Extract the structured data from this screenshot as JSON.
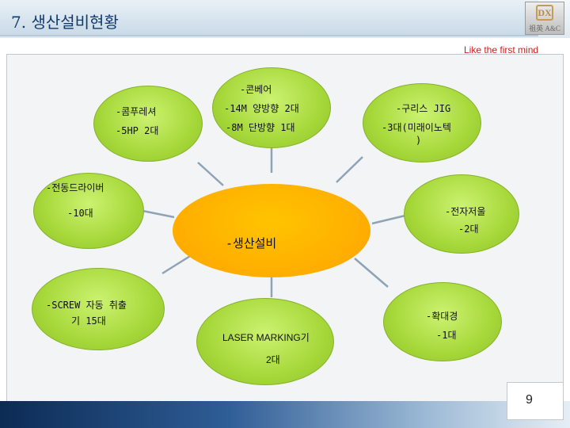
{
  "header": {
    "title": "7. 생산설비현황",
    "logo_mark": "DX",
    "logo_text": "祖英 A&C"
  },
  "slogan": "Like the first mind",
  "center": {
    "label": "-생산설비"
  },
  "bubbles": {
    "compressor": {
      "line1": "-콤푸레셔",
      "line2": "-5HP 2대"
    },
    "conveyor": {
      "line1": "-콘베어",
      "line2": "-14M 양방향 2대",
      "line3": "-8M 단방향 1대"
    },
    "grease_jig": {
      "line1": "-구리스 JIG",
      "line2": "-3대(미래이노텍",
      "line3": ")"
    },
    "electric_driver": {
      "line1": "-전동드라이버",
      "line2": "-10대"
    },
    "soldering_iron": {
      "line1": "-전자저울",
      "line2": "-2대"
    },
    "screw_ejector": {
      "line1": "-SCREW 자동 취출",
      "line2": "기 15대"
    },
    "laser_marking": {
      "line1": "LASER MARKING기",
      "line2": "2대"
    },
    "magnifier": {
      "line1": "-확대경",
      "line2": "-1대"
    }
  },
  "page_number": "9"
}
